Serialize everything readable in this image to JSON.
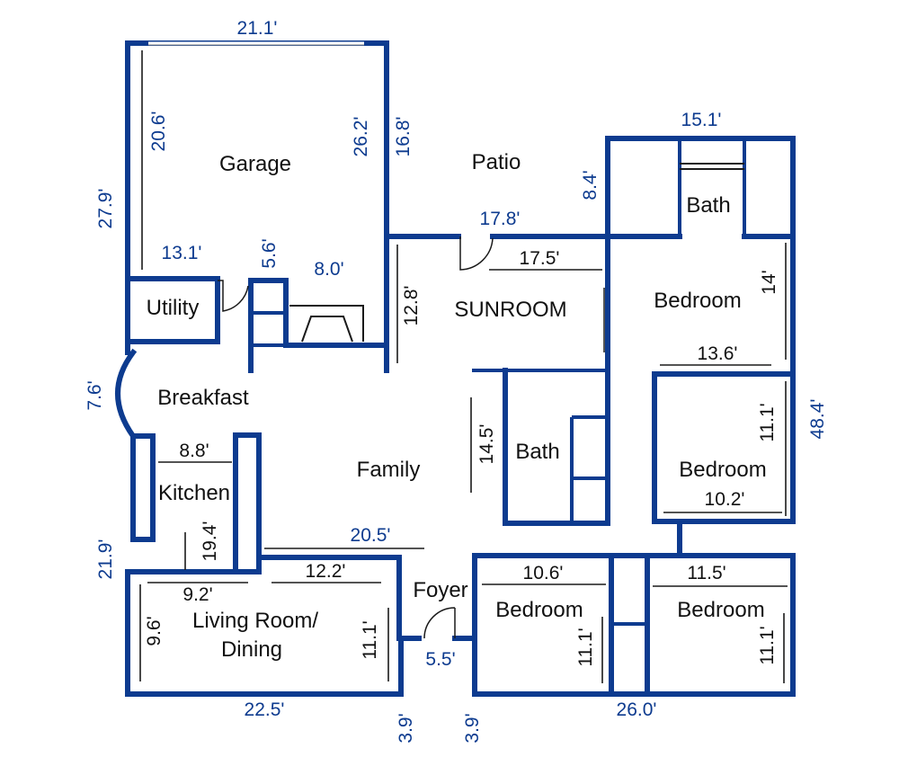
{
  "colors": {
    "wall": "#0d3b8f",
    "line": "#1a1a1a",
    "background": "#ffffff"
  },
  "rooms": {
    "garage": "Garage",
    "patio": "Patio",
    "utility": "Utility",
    "sunroom": "SUNROOM",
    "breakfast": "Breakfast",
    "kitchen": "Kitchen",
    "family": "Family",
    "bath_top": "Bath",
    "bath_mid": "Bath",
    "bedroom_top": "Bedroom",
    "bedroom_mid": "Bedroom",
    "bedroom_bl": "Bedroom",
    "bedroom_br": "Bedroom",
    "foyer": "Foyer",
    "living_line1": "Living Room/",
    "living_line2": "Dining"
  },
  "dims": {
    "garage_width": "21.1'",
    "garage_depth_in": "20.6'",
    "garage_depth": "26.2'",
    "patio_depth": "16.8'",
    "left_top": "27.9'",
    "utility_width": "13.1'",
    "stair_len": "5.6'",
    "fireplace": "8.0'",
    "bath_top_width": "15.1'",
    "patio_side": "8.4'",
    "patio_width": "17.8'",
    "sunroom_width": "17.5'",
    "sunroom_depth": "12.8'",
    "bed_top_depth": "14'",
    "bed_mid_width": "13.6'",
    "bay": "7.6'",
    "bath_mid_depth": "14.5'",
    "bed_mid_depth": "11.1'",
    "right_total": "48.4'",
    "kitchen_width": "8.8'",
    "bed_mid_inner": "10.2'",
    "family_width": "20.5'",
    "kitchen_depth": "19.4'",
    "left_bottom": "21.9'",
    "living_width": "12.2'",
    "bed_bl_width": "10.6'",
    "bed_br_width": "11.5'",
    "dining_width": "9.2'",
    "living_depth_left": "9.6'",
    "living_depth_right": "11.1'",
    "bed_bl_depth": "11.1'",
    "bed_br_depth": "11.1'",
    "foyer_width": "5.5'",
    "bottom_left": "22.5'",
    "bottom_right": "26.0'",
    "foyer_side_left": "3.9'",
    "foyer_side_right": "3.9'"
  }
}
